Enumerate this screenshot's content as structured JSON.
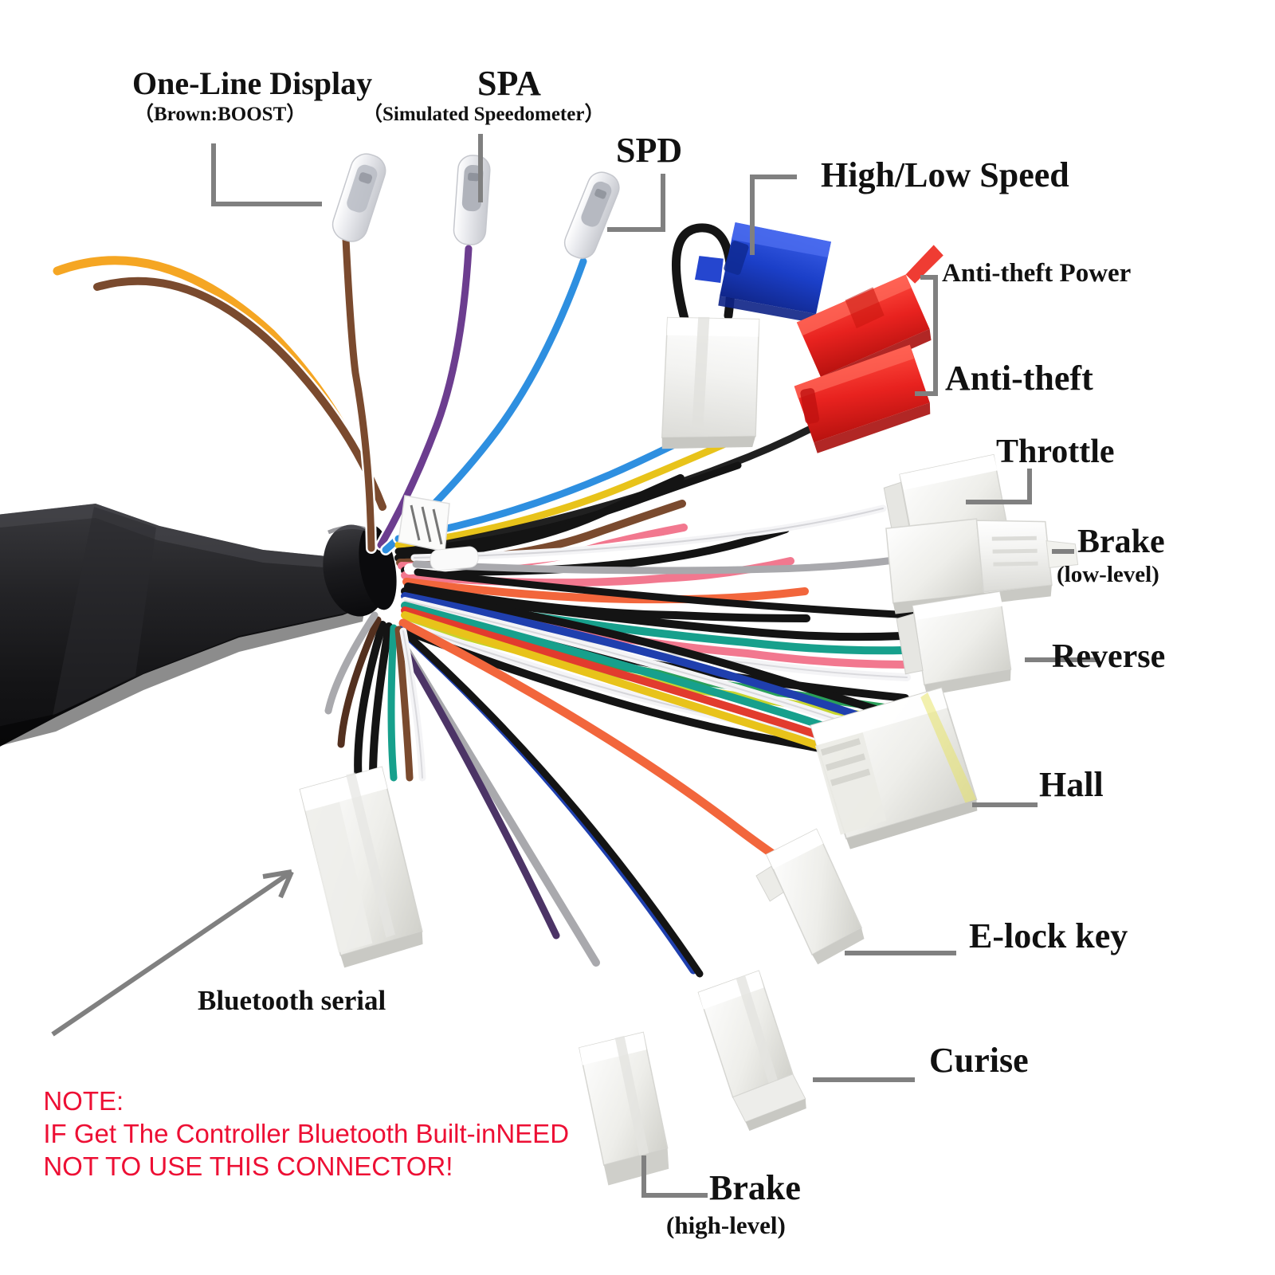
{
  "image": {
    "kind": "product-photo-annotated-diagram",
    "subject": "Brushless motor controller wiring harness",
    "background_color": "#ffffff",
    "leader_line_color": "#808080",
    "label_text_color": "#111111",
    "note_text_color": "#ED0F34"
  },
  "labels": [
    {
      "id": "one-line-display",
      "title": "One-Line Display",
      "subtitle": "（Brown:BOOST）"
    },
    {
      "id": "spa",
      "title": "SPA",
      "subtitle": "（Simulated Speedometer）"
    },
    {
      "id": "spd",
      "title": "SPD",
      "subtitle": ""
    },
    {
      "id": "high-low-speed",
      "title": "High/Low Speed",
      "subtitle": ""
    },
    {
      "id": "anti-theft-power",
      "title": "Anti-theft Power",
      "subtitle": ""
    },
    {
      "id": "anti-theft",
      "title": "Anti-theft",
      "subtitle": ""
    },
    {
      "id": "throttle",
      "title": "Throttle",
      "subtitle": ""
    },
    {
      "id": "brake-low",
      "title": "Brake",
      "subtitle": "(low-level)"
    },
    {
      "id": "reverse",
      "title": "Reverse",
      "subtitle": ""
    },
    {
      "id": "hall",
      "title": "Hall",
      "subtitle": ""
    },
    {
      "id": "e-lock-key",
      "title": "E-lock key",
      "subtitle": ""
    },
    {
      "id": "curise",
      "title": "Curise",
      "subtitle": ""
    },
    {
      "id": "brake-high",
      "title": "Brake",
      "subtitle": "(high-level)"
    },
    {
      "id": "bluetooth-serial",
      "title": "Bluetooth serial",
      "subtitle": ""
    }
  ],
  "note": {
    "line1": "NOTE:",
    "line2": "IF Get The Controller Bluetooth Built-inNEED",
    "line3": "NOT TO USE THIS CONNECTOR!"
  },
  "connectors": [
    {
      "name": "one-line-display-bullet-terminal",
      "type": "bullet",
      "housing": "clear",
      "wire_color": "#7a4a2e"
    },
    {
      "name": "spa-bullet-terminal",
      "type": "bullet",
      "housing": "clear",
      "wire_color": "#6c3d8f"
    },
    {
      "name": "spd-bullet-terminal",
      "type": "bullet",
      "housing": "clear",
      "wire_color": "#2e8fe0"
    },
    {
      "name": "high-low-speed-connector",
      "type": "3-pin",
      "housing": "#1b3fc8"
    },
    {
      "name": "anti-theft-power-connector",
      "type": "2-pin",
      "housing": "#e8221f"
    },
    {
      "name": "anti-theft-connector",
      "type": "2-pin",
      "housing": "#e8221f"
    },
    {
      "name": "throttle-connector",
      "type": "3-pin",
      "housing": "#f2f2f0"
    },
    {
      "name": "brake-low-level-connector",
      "type": "3-pin",
      "housing": "#f2f2f0"
    },
    {
      "name": "reverse-connector",
      "type": "2-pin",
      "housing": "#f2f2f0"
    },
    {
      "name": "hall-connector",
      "type": "6-pin",
      "housing": "#efeee8"
    },
    {
      "name": "e-lock-key-connector",
      "type": "1-pin",
      "housing": "#f4f4f2"
    },
    {
      "name": "curise-connector",
      "type": "2-pin",
      "housing": "#f4f4f2"
    },
    {
      "name": "brake-high-level-connector",
      "type": "2-pin",
      "housing": "#f4f4f2"
    },
    {
      "name": "bluetooth-serial-connector",
      "type": "4-pin",
      "housing": "#f6f6f4"
    },
    {
      "name": "phase-wire-connector",
      "type": "3-pin",
      "housing": "#f5f5f3"
    }
  ],
  "wire_colors": {
    "orange": "#f5a623",
    "brown": "#7a4a2e",
    "purple": "#6c3d8f",
    "blue": "#2e8fe0",
    "black": "#141414",
    "red": "#e23b2e",
    "pink": "#f2788f",
    "green": "#2aa05a",
    "teal": "#17a08c",
    "yellow": "#e8c31a",
    "white": "#f4f4f6",
    "gray": "#a9a9ad",
    "dark_blue": "#1f3fae",
    "orange_red": "#f2663c",
    "yellow_green": "#c6d42e",
    "dark_purple": "#4c3466",
    "dark_brown": "#53301f"
  },
  "body": {
    "controller_shell_color": "#1d1d1f",
    "grommet_color": "#19191b"
  }
}
